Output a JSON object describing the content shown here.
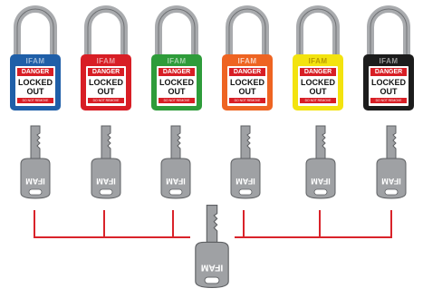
{
  "locks": [
    {
      "brand": "IFAM",
      "danger": "DANGER",
      "line1": "LOCKED",
      "line2": "OUT",
      "notice": "DO NOT REMOVE",
      "color": "#1f5fa8",
      "brand_color": "#1f5fa8"
    },
    {
      "brand": "IFAM",
      "danger": "DANGER",
      "line1": "LOCKED",
      "line2": "OUT",
      "notice": "DO NOT REMOVE",
      "color": "#d81e25",
      "brand_color": "#d81e25"
    },
    {
      "brand": "IFAM",
      "danger": "DANGER",
      "line1": "LOCKED",
      "line2": "OUT",
      "notice": "DO NOT REMOVE",
      "color": "#2e9c3a",
      "brand_color": "#2e9c3a"
    },
    {
      "brand": "IFAM",
      "danger": "DANGER",
      "line1": "LOCKED",
      "line2": "OUT",
      "notice": "DO NOT REMOVE",
      "color": "#ee6422",
      "brand_color": "#ee6422"
    },
    {
      "brand": "IFAM",
      "danger": "DANGER",
      "line1": "LOCKED",
      "line2": "OUT",
      "notice": "DO NOT REMOVE",
      "color": "#f3e30f",
      "brand_color": "#c9a800"
    },
    {
      "brand": "IFAM",
      "danger": "DANGER",
      "line1": "LOCKED",
      "line2": "OUT",
      "notice": "DO NOT REMOVE",
      "color": "#1c1c1c",
      "brand_color": "#1c1c1c"
    }
  ],
  "key_brand": "IFAM",
  "colors": {
    "key": "#9fa1a4",
    "key_dark": "#5e6063",
    "shackle": "#a9abae",
    "connector": "#d9232a"
  }
}
